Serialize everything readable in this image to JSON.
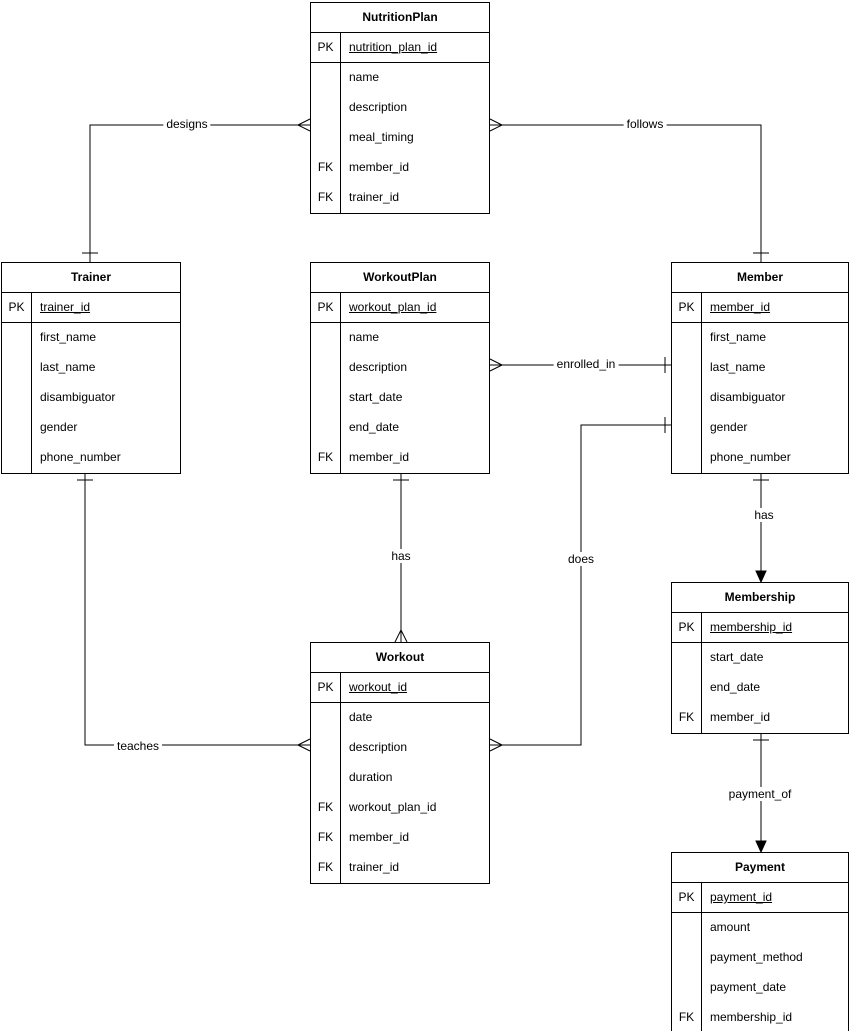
{
  "diagram": {
    "type": "entity-relationship",
    "line_color": "#000000",
    "background_color": "#ffffff",
    "entities": [
      {
        "id": "NutritionPlan",
        "name": "NutritionPlan",
        "rows": [
          {
            "key": "PK",
            "field": "nutrition_plan_id",
            "pk": true
          },
          {
            "key": "",
            "field": "name"
          },
          {
            "key": "",
            "field": "description"
          },
          {
            "key": "",
            "field": "meal_timing"
          },
          {
            "key": "FK",
            "field": "member_id"
          },
          {
            "key": "FK",
            "field": "trainer_id"
          }
        ]
      },
      {
        "id": "Trainer",
        "name": "Trainer",
        "rows": [
          {
            "key": "PK",
            "field": "trainer_id",
            "pk": true
          },
          {
            "key": "",
            "field": "first_name"
          },
          {
            "key": "",
            "field": "last_name"
          },
          {
            "key": "",
            "field": "disambiguator"
          },
          {
            "key": "",
            "field": "gender"
          },
          {
            "key": "",
            "field": "phone_number"
          }
        ]
      },
      {
        "id": "WorkoutPlan",
        "name": "WorkoutPlan",
        "rows": [
          {
            "key": "PK",
            "field": "workout_plan_id",
            "pk": true
          },
          {
            "key": "",
            "field": "name"
          },
          {
            "key": "",
            "field": "description"
          },
          {
            "key": "",
            "field": "start_date"
          },
          {
            "key": "",
            "field": "end_date"
          },
          {
            "key": "FK",
            "field": "member_id"
          }
        ]
      },
      {
        "id": "Member",
        "name": "Member",
        "rows": [
          {
            "key": "PK",
            "field": "member_id",
            "pk": true
          },
          {
            "key": "",
            "field": "first_name"
          },
          {
            "key": "",
            "field": "last_name"
          },
          {
            "key": "",
            "field": "disambiguator"
          },
          {
            "key": "",
            "field": "gender"
          },
          {
            "key": "",
            "field": "phone_number"
          }
        ]
      },
      {
        "id": "Workout",
        "name": "Workout",
        "rows": [
          {
            "key": "PK",
            "field": "workout_id",
            "pk": true
          },
          {
            "key": "",
            "field": "date"
          },
          {
            "key": "",
            "field": "description"
          },
          {
            "key": "",
            "field": "duration"
          },
          {
            "key": "FK",
            "field": "workout_plan_id"
          },
          {
            "key": "FK",
            "field": "member_id"
          },
          {
            "key": "FK",
            "field": "trainer_id"
          }
        ]
      },
      {
        "id": "Membership",
        "name": "Membership",
        "rows": [
          {
            "key": "PK",
            "field": "membership_id",
            "pk": true
          },
          {
            "key": "",
            "field": "start_date"
          },
          {
            "key": "",
            "field": "end_date"
          },
          {
            "key": "FK",
            "field": "member_id"
          }
        ]
      },
      {
        "id": "Payment",
        "name": "Payment",
        "rows": [
          {
            "key": "PK",
            "field": "payment_id",
            "pk": true
          },
          {
            "key": "",
            "field": "amount"
          },
          {
            "key": "",
            "field": "payment_method"
          },
          {
            "key": "",
            "field": "payment_date"
          },
          {
            "key": "FK",
            "field": "membership_id"
          }
        ]
      }
    ],
    "relationships": [
      {
        "id": "designs",
        "label": "designs",
        "from": "Trainer",
        "to": "NutritionPlan",
        "from_cardinality": "one",
        "to_cardinality": "many"
      },
      {
        "id": "follows",
        "label": "follows",
        "from": "Member",
        "to": "NutritionPlan",
        "from_cardinality": "one",
        "to_cardinality": "many"
      },
      {
        "id": "enrolled_in",
        "label": "enrolled_in",
        "from": "Member",
        "to": "WorkoutPlan",
        "from_cardinality": "one",
        "to_cardinality": "many"
      },
      {
        "id": "does",
        "label": "does",
        "from": "Member",
        "to": "Workout",
        "from_cardinality": "one",
        "to_cardinality": "many"
      },
      {
        "id": "has_workout",
        "label": "has",
        "from": "WorkoutPlan",
        "to": "Workout",
        "from_cardinality": "one",
        "to_cardinality": "many"
      },
      {
        "id": "teaches",
        "label": "teaches",
        "from": "Trainer",
        "to": "Workout",
        "from_cardinality": "one",
        "to_cardinality": "many"
      },
      {
        "id": "has_membership",
        "label": "has",
        "from": "Member",
        "to": "Membership",
        "from_cardinality": "one",
        "to_cardinality": "arrow"
      },
      {
        "id": "payment_of",
        "label": "payment_of",
        "from": "Membership",
        "to": "Payment",
        "from_cardinality": "one",
        "to_cardinality": "arrow"
      }
    ]
  }
}
